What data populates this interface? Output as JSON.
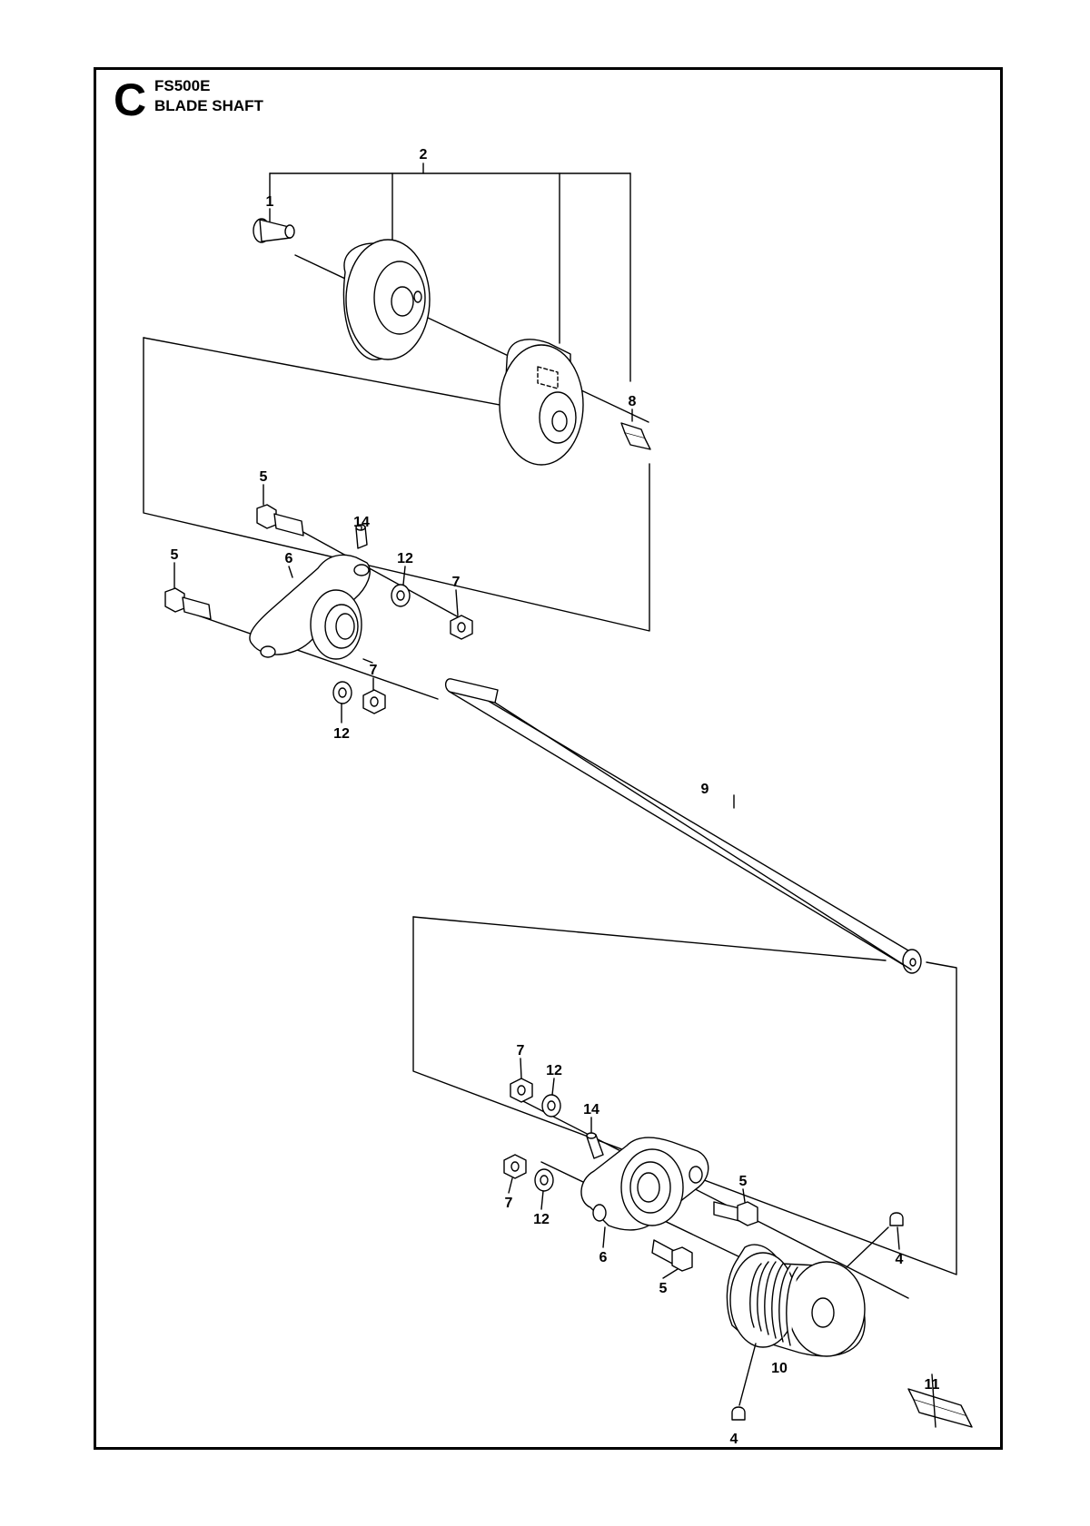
{
  "header": {
    "section_letter": "C",
    "model": "FS500E",
    "title": "BLADE SHAFT"
  },
  "callouts": [
    {
      "id": "c1",
      "label": "1"
    },
    {
      "id": "c2",
      "label": "2"
    },
    {
      "id": "c8",
      "label": "8"
    },
    {
      "id": "c5a",
      "label": "5"
    },
    {
      "id": "c14a",
      "label": "14"
    },
    {
      "id": "c5b",
      "label": "5"
    },
    {
      "id": "c6a",
      "label": "6"
    },
    {
      "id": "c12a",
      "label": "12"
    },
    {
      "id": "c7a",
      "label": "7"
    },
    {
      "id": "c7b",
      "label": "7"
    },
    {
      "id": "c12b",
      "label": "12"
    },
    {
      "id": "c9",
      "label": "9"
    },
    {
      "id": "c7c",
      "label": "7"
    },
    {
      "id": "c12c",
      "label": "12"
    },
    {
      "id": "c14b",
      "label": "14"
    },
    {
      "id": "c5c",
      "label": "5"
    },
    {
      "id": "c7d",
      "label": "7"
    },
    {
      "id": "c12d",
      "label": "12"
    },
    {
      "id": "c6b",
      "label": "6"
    },
    {
      "id": "c4a",
      "label": "4"
    },
    {
      "id": "c5d",
      "label": "5"
    },
    {
      "id": "c10",
      "label": "10"
    },
    {
      "id": "c11",
      "label": "11"
    },
    {
      "id": "c4b",
      "label": "4"
    }
  ],
  "colors": {
    "ink": "#000000",
    "paper": "#ffffff",
    "fill": "#ffffff"
  }
}
